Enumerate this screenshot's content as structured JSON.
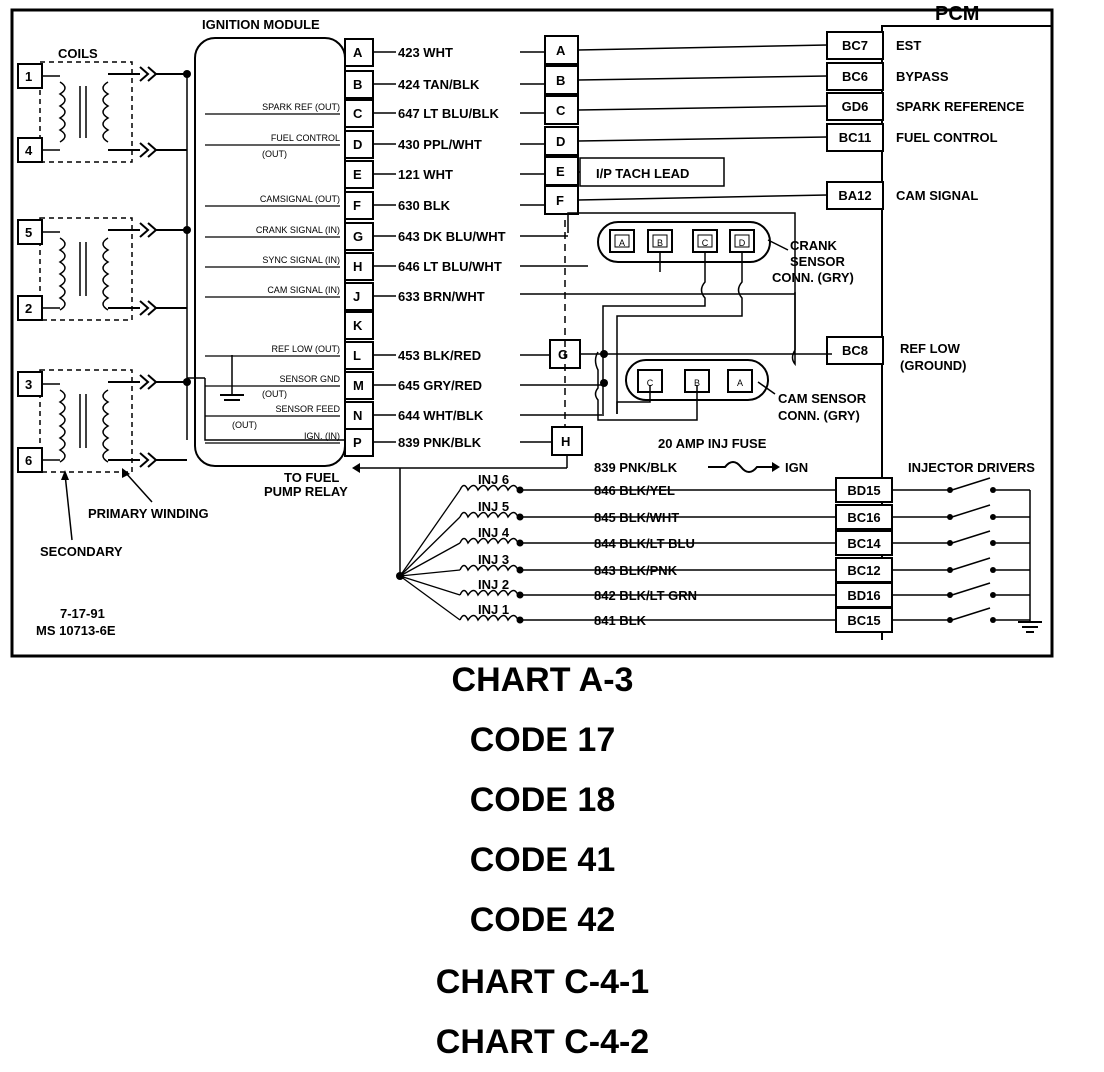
{
  "diagram": {
    "title_module": "IGNITION MODULE",
    "title_pcm": "PCM",
    "coils_label": "COILS",
    "coil_numbers": [
      "1",
      "4",
      "5",
      "2",
      "3",
      "6"
    ],
    "primary_winding_label": "PRIMARY WINDING",
    "secondary_label": "SECONDARY",
    "module_signals": [
      {
        "pin": "A",
        "label": ""
      },
      {
        "pin": "B",
        "label": ""
      },
      {
        "pin": "C",
        "label": "SPARK REF (OUT)"
      },
      {
        "pin": "D",
        "label": "FUEL CONTROL"
      },
      {
        "pin": "E",
        "label": ""
      },
      {
        "pin": "F",
        "label": "CAMSIGNAL (OUT)"
      },
      {
        "pin": "G",
        "label": "CRANK SIGNAL (IN)"
      },
      {
        "pin": "H",
        "label": "SYNC SIGNAL (IN)"
      },
      {
        "pin": "J",
        "label": "CAM SIGNAL (IN)"
      },
      {
        "pin": "K",
        "label": ""
      },
      {
        "pin": "L",
        "label": "REF LOW (OUT)"
      },
      {
        "pin": "M",
        "label": "SENSOR GND"
      },
      {
        "pin": "N",
        "label": "SENSOR FEED"
      },
      {
        "pin": "P",
        "label": "IGN. (IN)"
      }
    ],
    "fuel_control_sub": "(OUT)",
    "sensor_gnd_sub": "(OUT)",
    "sensor_feed_sub": "(OUT)",
    "wires": [
      "423 WHT",
      "424 TAN/BLK",
      "647 LT BLU/BLK",
      "430 PPL/WHT",
      "121 WHT",
      "630 BLK",
      "643 DK BLU/WHT",
      "646 LT BLU/WHT",
      "633 BRN/WHT",
      "453 BLK/RED",
      "645 GRY/RED",
      "644 WHT/BLK",
      "839 PNK/BLK"
    ],
    "connector_pins": [
      "A",
      "B",
      "C",
      "D",
      "E",
      "F",
      "G",
      "H"
    ],
    "tach_lead": "I/P TACH LEAD",
    "pcm_pins": [
      "BC7",
      "BC6",
      "GD6",
      "BC11",
      "BA12",
      "BC8"
    ],
    "pcm_labels": [
      "EST",
      "BYPASS",
      "SPARK REFERENCE",
      "FUEL CONTROL",
      "CAM SIGNAL"
    ],
    "ref_low_label": "REF LOW",
    "ref_low_sub": "(GROUND)",
    "crank_conn_pins": [
      "A",
      "B",
      "C",
      "D"
    ],
    "crank_conn_label": [
      "CRANK",
      "SENSOR",
      "CONN. (GRY)"
    ],
    "cam_conn_pins": [
      "C",
      "B",
      "A"
    ],
    "cam_conn_label": [
      "CAM SENSOR",
      "CONN. (GRY)"
    ],
    "inj_fuse_label": "20 AMP INJ FUSE",
    "ign_label": "IGN",
    "fuel_pump_label": [
      "TO FUEL",
      "PUMP RELAY"
    ],
    "injectors": [
      {
        "name": "INJ 6",
        "wire": "846 BLK/YEL",
        "pin": "BD15"
      },
      {
        "name": "INJ 5",
        "wire": "845 BLK/WHT",
        "pin": "BC16"
      },
      {
        "name": "INJ 4",
        "wire": "844 BLK/LT BLU",
        "pin": "BC14"
      },
      {
        "name": "INJ 3",
        "wire": "843 BLK/PNK",
        "pin": "BC12"
      },
      {
        "name": "INJ 2",
        "wire": "842 BLK/LT GRN",
        "pin": "BD16"
      },
      {
        "name": "INJ 1",
        "wire": "841 BLK",
        "pin": "BC15"
      }
    ],
    "injector_drivers_label": "INJECTOR DRIVERS",
    "date_code": "7-17-91",
    "ms_code": "MS 10713-6E"
  },
  "captions": [
    "CHART A-3",
    "CODE 17",
    "CODE 18",
    "CODE 41",
    "CODE 42",
    "CHART C-4-1",
    "CHART C-4-2"
  ]
}
